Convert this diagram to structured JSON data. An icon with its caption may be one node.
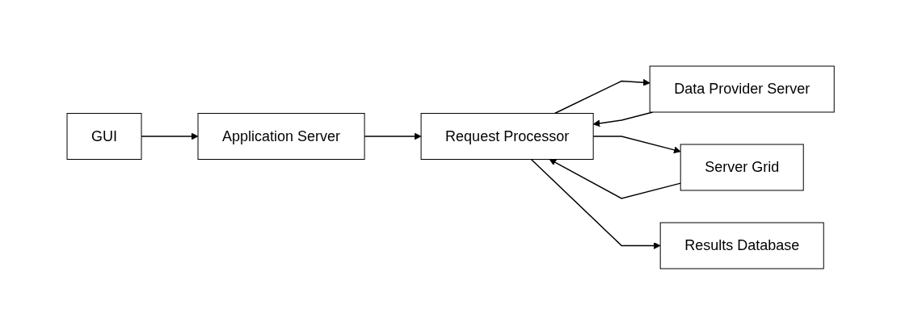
{
  "diagram": {
    "nodes": [
      {
        "text": [
          "GUI"
        ]
      },
      {
        "text": [
          "Application Server"
        ]
      },
      {
        "text": [
          "Request Processor"
        ]
      },
      {
        "text": [
          "Data Provider Server"
        ]
      },
      {
        "text": [
          "Server Grid"
        ]
      },
      {
        "text": [
          "Results Database"
        ]
      }
    ],
    "edges": [
      {
        "from": 0,
        "to": 1,
        "arrow": "to"
      },
      {
        "from": 1,
        "to": 2,
        "arrow": "to"
      },
      {
        "from": 2,
        "to": 3,
        "arrow": "to"
      },
      {
        "from": 3,
        "to": 2,
        "arrow": "to"
      },
      {
        "from": 2,
        "to": 4,
        "arrow": "to"
      },
      {
        "from": 4,
        "to": 2,
        "arrow": "to"
      },
      {
        "from": 2,
        "to": 5,
        "arrow": "to"
      }
    ]
  }
}
